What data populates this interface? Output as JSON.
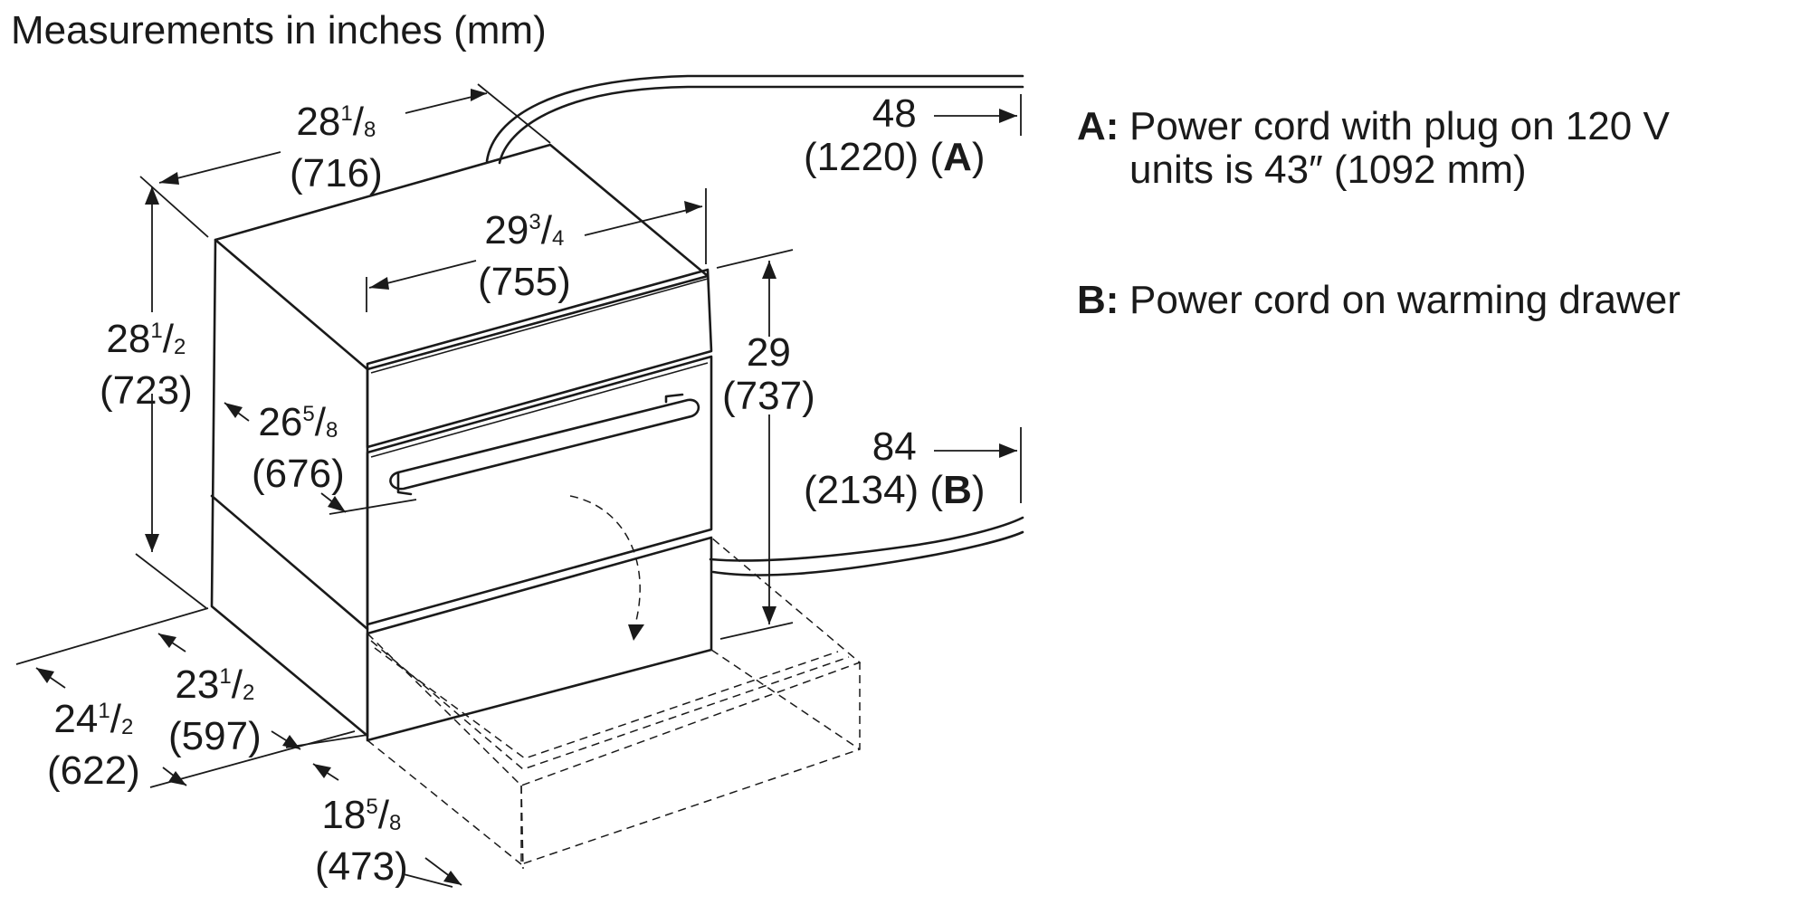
{
  "title": "Measurements in inches (mm)",
  "dimensions": {
    "top_depth": {
      "whole": "28",
      "num": "1",
      "den": "8",
      "mm": "(716)"
    },
    "top_width": {
      "whole": "29",
      "num": "3",
      "den": "4",
      "mm": "(755)"
    },
    "total_height": {
      "whole": "28",
      "num": "1",
      "den": "2",
      "mm": "(723)"
    },
    "inner_depth": {
      "whole": "26",
      "num": "5",
      "den": "8",
      "mm": "(676)"
    },
    "front_height": {
      "whole": "29",
      "mm": "(737)"
    },
    "cord_a": {
      "value": "48",
      "mm": "(1220)",
      "ref": "A"
    },
    "cord_b": {
      "value": "84",
      "mm": "(2134)",
      "ref": "B"
    },
    "depth_23": {
      "whole": "23",
      "num": "1",
      "den": "2",
      "mm": "(597)"
    },
    "depth_24": {
      "whole": "24",
      "num": "1",
      "den": "2",
      "mm": "(622)"
    },
    "drawer_ext": {
      "whole": "18",
      "num": "5",
      "den": "8",
      "mm": "(473)"
    }
  },
  "legend": {
    "a_key": "A:",
    "a_line1": "Power cord with plug on 120 V",
    "a_line2": "units is 43″ (1092 mm)",
    "b_key": "B:",
    "b_line1": "Power cord on warming drawer"
  }
}
